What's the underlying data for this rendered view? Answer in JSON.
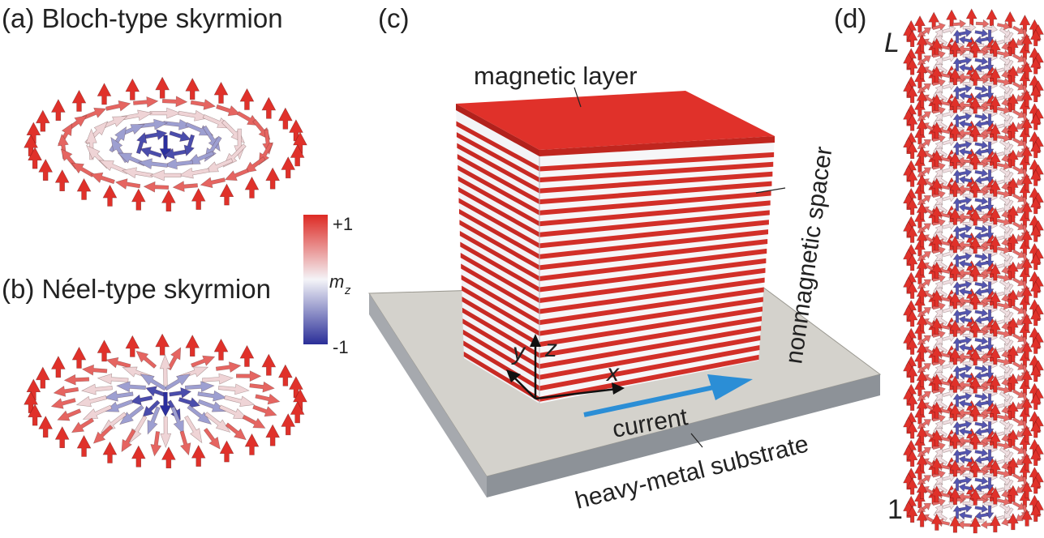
{
  "panels": {
    "a": {
      "title": "(a) Bloch-type skyrmion"
    },
    "b": {
      "title": "(b) Néel-type skyrmion"
    },
    "c": {
      "title": "(c)",
      "magnetic_layer": "magnetic layer",
      "spacer": "nonmagnetic spacer",
      "substrate": "heavy-metal substrate",
      "current": "current",
      "axis_x": "x",
      "axis_y": "y",
      "axis_z": "z"
    },
    "d": {
      "title": "(d)",
      "top": "L",
      "bottom": "1"
    }
  },
  "colorbar": {
    "max": "+1",
    "min": "-1",
    "label": "m",
    "label_sub": "z"
  },
  "colors": {
    "red": "#e0312a",
    "white": "#f2f2f6",
    "blue": "#2b2f9e",
    "current": "#2b8ed6",
    "substrate": "#d4d2cc"
  }
}
